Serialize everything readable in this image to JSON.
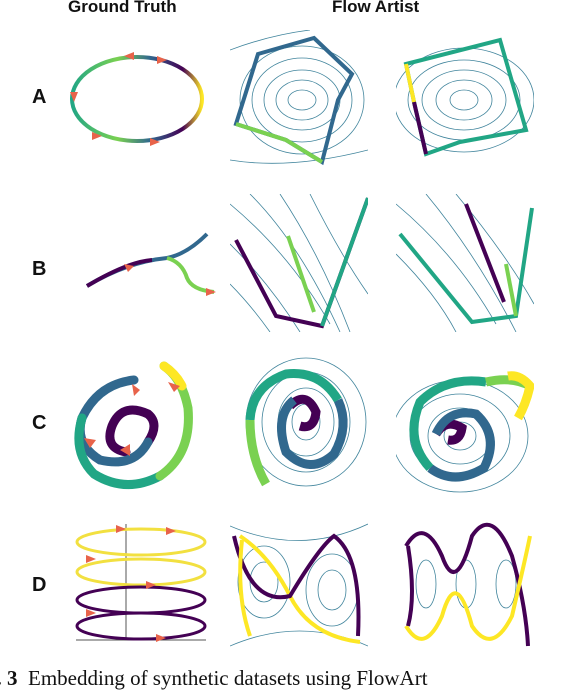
{
  "headers": {
    "ground_truth": "Ground Truth",
    "flow_artist": "Flow Artist"
  },
  "rows": [
    "A",
    "B",
    "C",
    "D"
  ],
  "caption": {
    "prefix": "g. 3",
    "text": "Embedding of synthetic datasets using FlowArt"
  },
  "colors": {
    "stream": "#1f6f8b",
    "viridis_dark": "#440154",
    "viridis_blue": "#31688e",
    "viridis_teal": "#21a685",
    "viridis_green": "#7ad151",
    "viridis_yellow": "#fde725",
    "arrow": "#e8634a",
    "helix": "#f2e040"
  }
}
